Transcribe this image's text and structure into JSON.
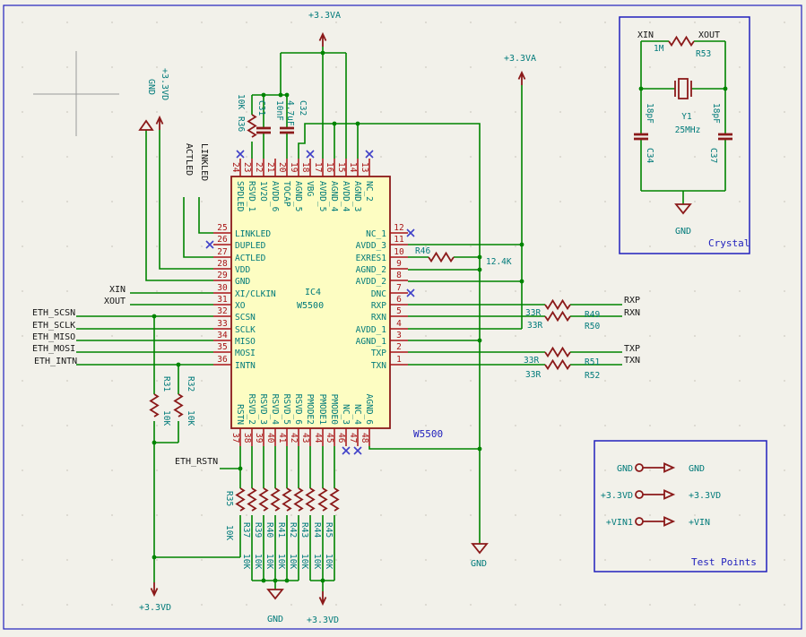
{
  "schematic": {
    "ic": {
      "ref": "IC4",
      "value": "W5500",
      "sheet_label": "W5500",
      "left_pins": [
        {
          "num": "25",
          "name": "LINKLED"
        },
        {
          "num": "26",
          "name": "DUPLED"
        },
        {
          "num": "27",
          "name": "ACTLED"
        },
        {
          "num": "28",
          "name": "VDD"
        },
        {
          "num": "29",
          "name": "GND"
        },
        {
          "num": "30",
          "name": "XI/CLKIN"
        },
        {
          "num": "31",
          "name": "XO"
        },
        {
          "num": "32",
          "name": "SCSN"
        },
        {
          "num": "33",
          "name": "SCLK"
        },
        {
          "num": "34",
          "name": "MISO"
        },
        {
          "num": "35",
          "name": "MOSI"
        },
        {
          "num": "36",
          "name": "INTN"
        }
      ],
      "right_pins": [
        {
          "num": "12",
          "name": "NC_1"
        },
        {
          "num": "11",
          "name": "AVDD_3"
        },
        {
          "num": "10",
          "name": "EXRES1"
        },
        {
          "num": "9",
          "name": "AGND_2"
        },
        {
          "num": "8",
          "name": "AVDD_2"
        },
        {
          "num": "7",
          "name": "DNC"
        },
        {
          "num": "6",
          "name": "RXP"
        },
        {
          "num": "5",
          "name": "RXN"
        },
        {
          "num": "4",
          "name": "AVDD_1"
        },
        {
          "num": "3",
          "name": "AGND_1"
        },
        {
          "num": "2",
          "name": "TXP"
        },
        {
          "num": "1",
          "name": "TXN"
        }
      ],
      "top_pins": [
        {
          "num": "24",
          "name": "SPDLED"
        },
        {
          "num": "23",
          "name": "RSVD_1"
        },
        {
          "num": "22",
          "name": "1V2O"
        },
        {
          "num": "21",
          "name": "AVDD_6"
        },
        {
          "num": "20",
          "name": "TOCAP"
        },
        {
          "num": "19",
          "name": "AGND_5"
        },
        {
          "num": "18",
          "name": "VBG"
        },
        {
          "num": "17",
          "name": "AVDD_5"
        },
        {
          "num": "16",
          "name": "AGND_4"
        },
        {
          "num": "15",
          "name": "AVDD_4"
        },
        {
          "num": "14",
          "name": "AGND_3"
        },
        {
          "num": "13",
          "name": "NC_2"
        }
      ],
      "bottom_pins": [
        {
          "num": "37",
          "name": "RSTN"
        },
        {
          "num": "38",
          "name": "RSVD_2"
        },
        {
          "num": "39",
          "name": "RSVD_3"
        },
        {
          "num": "40",
          "name": "RSVD_4"
        },
        {
          "num": "41",
          "name": "RSVD_5"
        },
        {
          "num": "42",
          "name": "RSVD_6"
        },
        {
          "num": "43",
          "name": "PMODE2"
        },
        {
          "num": "44",
          "name": "PMODE1"
        },
        {
          "num": "45",
          "name": "PMODE0"
        },
        {
          "num": "46",
          "name": "NC_3"
        },
        {
          "num": "47",
          "name": "NC_4"
        },
        {
          "num": "48",
          "name": "AGND_6"
        }
      ]
    },
    "labels": {
      "xin": "XIN",
      "xout": "XOUT",
      "eth_scsn": "ETH_SCSN",
      "eth_sclk": "ETH_SCLK",
      "eth_miso": "ETH_MISO",
      "eth_mosi": "ETH_MOSI",
      "eth_intn": "ETH_INTN",
      "eth_rstn": "ETH_RSTN",
      "rxp": "RXP",
      "rxn": "RXN",
      "txp": "TXP",
      "txn": "TXN",
      "actled": "ACTLED",
      "linkled": "LINKLED"
    },
    "power": {
      "p33va": "+3.3VA",
      "p33vd": "+3.3VD",
      "gnd": "GND"
    },
    "resistors": {
      "r36": {
        "ref": "R36",
        "value": "10K"
      },
      "r31": {
        "ref": "R31",
        "value": "10K"
      },
      "r32": {
        "ref": "R32",
        "value": "10K"
      },
      "r46": {
        "ref": "R46",
        "value": "12.4K"
      },
      "r49": {
        "ref": "R49",
        "value": "33R"
      },
      "r50": {
        "ref": "R50",
        "value": "33R"
      },
      "r51": {
        "ref": "R51",
        "value": "33R"
      },
      "r52": {
        "ref": "R52",
        "value": "33R"
      },
      "r35": {
        "ref": "R35",
        "value": "10K"
      },
      "r37": {
        "ref": "R37",
        "value": "10K"
      },
      "r39": {
        "ref": "R39",
        "value": "10K"
      },
      "r40": {
        "ref": "R40",
        "value": "10K"
      },
      "r41": {
        "ref": "R41",
        "value": "10K"
      },
      "r42": {
        "ref": "R42",
        "value": "10K"
      },
      "r43": {
        "ref": "R43",
        "value": "10K"
      },
      "r44": {
        "ref": "R44",
        "value": "10K"
      },
      "r45": {
        "ref": "R45",
        "value": "10K"
      }
    },
    "capacitors": {
      "c31": {
        "ref": "C31",
        "value": "10nF"
      },
      "c32": {
        "ref": "C32",
        "value": "4.7uF"
      },
      "c34": {
        "ref": "C34",
        "value": "18pF"
      },
      "c37": {
        "ref": "C37",
        "value": "18pF"
      }
    },
    "crystal_sheet": {
      "title": "Crystal",
      "xin": "XIN",
      "xout": "XOUT",
      "r53_ref": "R53",
      "r53_value": "1M",
      "y1_ref": "Y1",
      "y1_value": "25MHz",
      "gnd": "GND"
    },
    "test_points_sheet": {
      "title": "Test Points",
      "rows": [
        {
          "left": "GND",
          "right": "GND"
        },
        {
          "left": "+3.3VD",
          "right": "+3.3VD"
        },
        {
          "left": "+VIN1",
          "right": "+VIN"
        }
      ]
    },
    "colors": {
      "wire": "#008400",
      "component": "#8b1a1a",
      "pin_number": "#a81414",
      "pin_name": "#007a7a",
      "net_label": "#161616",
      "sheet": "#2121bd",
      "ic_fill": "#fdfdc2",
      "background": "#f2f1ea",
      "noconnect": "#4040c8"
    }
  }
}
